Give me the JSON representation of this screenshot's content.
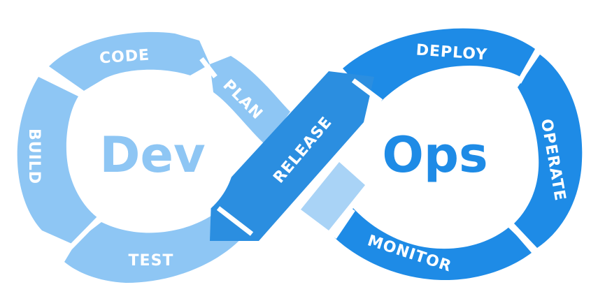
{
  "colors": {
    "dev_light": "#8ec6f4",
    "ops_dark": "#1e8be6",
    "release_mid": "#2b8ee0",
    "back_band": "#a9d3f6"
  },
  "dev": {
    "title": "Dev"
  },
  "ops": {
    "title": "Ops"
  },
  "stages": {
    "code": "CODE",
    "plan": "PLAN",
    "build": "BUILD",
    "test": "TEST",
    "release": "RELEASE",
    "deploy": "DEPLOY",
    "operate": "OPERATE",
    "monitor": "MONITOR"
  }
}
